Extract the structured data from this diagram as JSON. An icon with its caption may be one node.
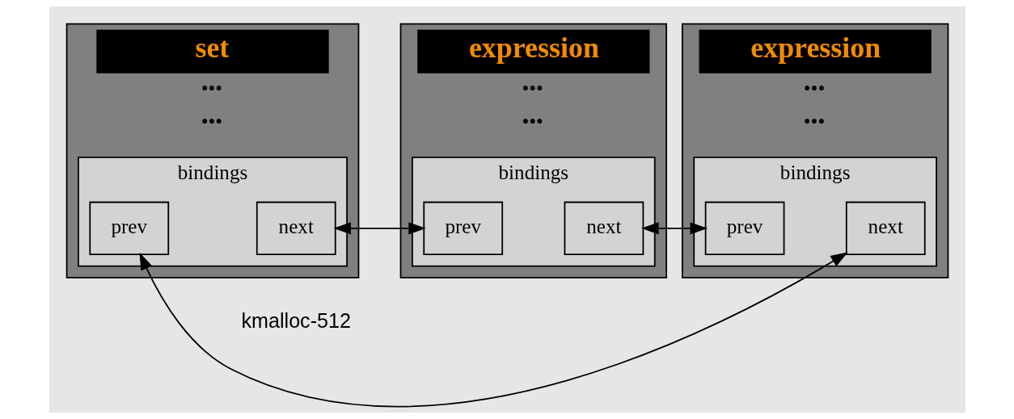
{
  "diagram": {
    "nodes": [
      {
        "text": [
          "set",
          "•••",
          "•••"
        ],
        "beside": [
          "kmalloc-512"
        ]
      },
      {
        "text": [
          "bindings"
        ],
        "in": 0
      },
      {
        "text": [
          "prev"
        ],
        "in": 1
      },
      {
        "text": [
          "next"
        ],
        "in": 1
      },
      {
        "text": [
          "expression",
          "•••",
          "•••"
        ]
      },
      {
        "text": [
          "bindings"
        ],
        "in": 4
      },
      {
        "text": [
          "prev"
        ],
        "in": 5
      },
      {
        "text": [
          "next"
        ],
        "in": 5
      },
      {
        "text": [
          "expression",
          "•••",
          "•••"
        ]
      },
      {
        "text": [
          "bindings"
        ],
        "in": 8
      },
      {
        "text": [
          "prev"
        ],
        "in": 9
      },
      {
        "text": [
          "next"
        ],
        "in": 9
      }
    ],
    "edges": [
      {
        "from": 3,
        "to": 6,
        "arrow": "both"
      },
      {
        "from": 7,
        "to": 10,
        "arrow": "both"
      },
      {
        "from": 11,
        "to": 2,
        "arrow": "both"
      }
    ]
  }
}
